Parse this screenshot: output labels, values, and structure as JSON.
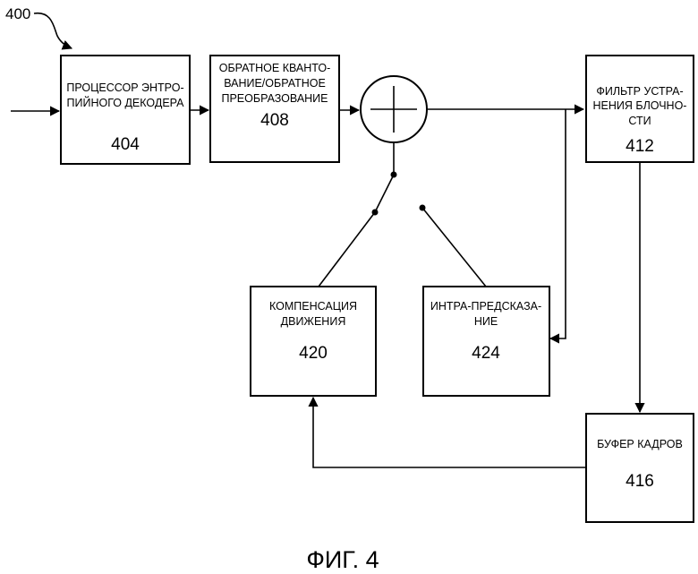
{
  "figure": {
    "ref_number": "400",
    "caption": "ФИГ. 4"
  },
  "blocks": {
    "entropy": {
      "line1": "ПРОЦЕССОР ЭНТРО-",
      "line2": "ПИЙНОГО ДЕКОДЕРА",
      "number": "404"
    },
    "inverse": {
      "line1": "ОБРАТНОЕ КВАНТО-",
      "line2": "ВАНИЕ/ОБРАТНОЕ",
      "line3": "ПРЕОБРАЗОВАНИЕ",
      "number": "408"
    },
    "deblock": {
      "line1": "ФИЛЬТР УСТРА-",
      "line2": "НЕНИЯ БЛОЧНО-",
      "line3": "СТИ",
      "number": "412"
    },
    "buffer": {
      "line1": "БУФЕР КАДРОВ",
      "number": "416"
    },
    "motion": {
      "line1": "КОМПЕНСАЦИЯ",
      "line2": "ДВИЖЕНИЯ",
      "number": "420"
    },
    "intra": {
      "line1": "ИНТРА-ПРЕДСКАЗА-",
      "line2": "НИЕ",
      "number": "424"
    }
  }
}
